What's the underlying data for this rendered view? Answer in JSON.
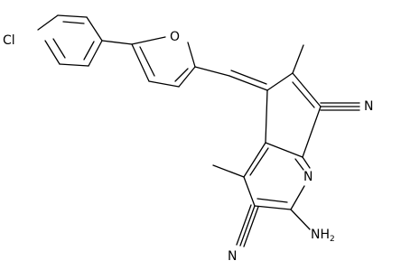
{
  "molecule": {
    "atoms": {
      "chlorine": "Cl",
      "furan_oxygen": "O",
      "nitrile_top": "N",
      "nitrile_bottom": "N",
      "ring_nitrogen": "N",
      "amino": "NH",
      "amino_subscript": "2"
    }
  },
  "colors": {
    "bond": "#000000",
    "label": "#000000",
    "background": "#ffffff"
  }
}
